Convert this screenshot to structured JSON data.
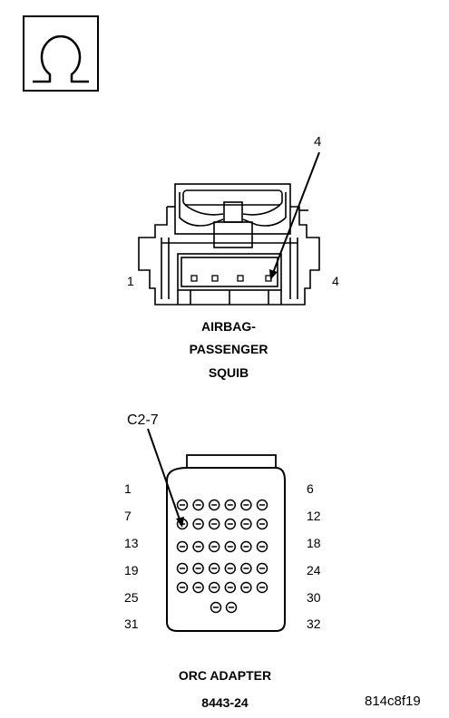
{
  "ohm_symbol": {
    "glyph": "Ω",
    "icon": "ohmmeter-icon"
  },
  "squib_connector": {
    "callout_pin": "4",
    "left_pin": "1",
    "right_pin": "4",
    "title_lines": [
      "AIRBAG-",
      "PASSENGER",
      "SQUIB"
    ]
  },
  "orc_connector": {
    "callout": "C2-7",
    "row_labels_left": [
      "1",
      "7",
      "13",
      "19",
      "25",
      "31"
    ],
    "row_labels_right": [
      "6",
      "12",
      "18",
      "24",
      "30",
      "32"
    ],
    "title": "ORC ADAPTER",
    "part_number": "8443-24"
  },
  "figure_id": "814c8f19"
}
